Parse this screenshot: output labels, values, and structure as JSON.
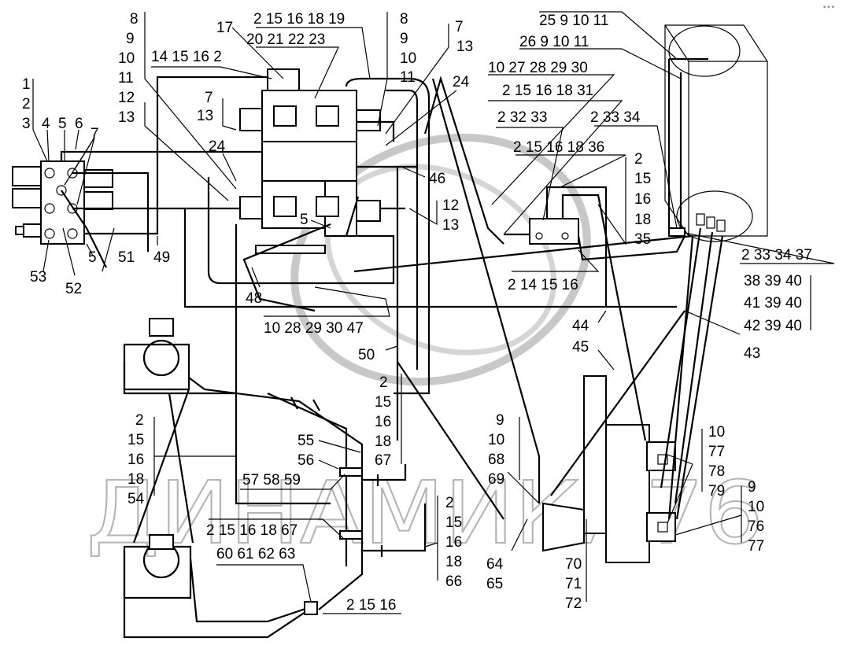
{
  "watermark": "ДИНАМИКА76",
  "corner_mark": "•••",
  "labels": [
    {
      "id": "l1",
      "text": "1"
    },
    {
      "id": "l2",
      "text": "2"
    },
    {
      "id": "l3",
      "text": "3"
    },
    {
      "id": "l4",
      "text": "4"
    },
    {
      "id": "l5a",
      "text": "5"
    },
    {
      "id": "l6",
      "text": "6"
    },
    {
      "id": "l7a",
      "text": "7"
    },
    {
      "id": "l5b",
      "text": "5"
    },
    {
      "id": "l51",
      "text": "51"
    },
    {
      "id": "l49",
      "text": "49"
    },
    {
      "id": "l53",
      "text": "53"
    },
    {
      "id": "l52",
      "text": "52"
    },
    {
      "id": "l8a",
      "text": "8"
    },
    {
      "id": "l9a",
      "text": "9"
    },
    {
      "id": "l10a",
      "text": "10"
    },
    {
      "id": "l11a",
      "text": "11"
    },
    {
      "id": "l12a",
      "text": "12"
    },
    {
      "id": "l13a",
      "text": "13"
    },
    {
      "id": "l14g",
      "text": "14 15 16 2"
    },
    {
      "id": "l17",
      "text": "17"
    },
    {
      "id": "l19g",
      "text": "2 15 16 18 19"
    },
    {
      "id": "l20g",
      "text": "20 21 22 23"
    },
    {
      "id": "l8b",
      "text": "8"
    },
    {
      "id": "l9b",
      "text": "9"
    },
    {
      "id": "l10b",
      "text": "10"
    },
    {
      "id": "l11b",
      "text": "11"
    },
    {
      "id": "l7b",
      "text": "7"
    },
    {
      "id": "l13b",
      "text": "13"
    },
    {
      "id": "l7c",
      "text": "7"
    },
    {
      "id": "l13c",
      "text": "13"
    },
    {
      "id": "l24a",
      "text": "24"
    },
    {
      "id": "l24b",
      "text": "24"
    },
    {
      "id": "l46",
      "text": "46"
    },
    {
      "id": "l12b",
      "text": "12"
    },
    {
      "id": "l13d",
      "text": "13"
    },
    {
      "id": "l5c",
      "text": "5"
    },
    {
      "id": "l48",
      "text": "48"
    },
    {
      "id": "l47g",
      "text": "10 28 29 30 47"
    },
    {
      "id": "l50",
      "text": "50"
    },
    {
      "id": "l25g",
      "text": "25 9 10 11"
    },
    {
      "id": "l26g",
      "text": "26 9 10 11"
    },
    {
      "id": "l27g",
      "text": "10 27 28 29 30"
    },
    {
      "id": "l31g",
      "text": "2 15 16 18 31"
    },
    {
      "id": "l32g",
      "text": "2 32 33"
    },
    {
      "id": "l34g",
      "text": "2 33 34"
    },
    {
      "id": "l36g",
      "text": "2 15 16 18 36"
    },
    {
      "id": "l2r",
      "text": "2"
    },
    {
      "id": "l15r",
      "text": "15"
    },
    {
      "id": "l16r",
      "text": "16"
    },
    {
      "id": "l18r",
      "text": "18"
    },
    {
      "id": "l35r",
      "text": "35"
    },
    {
      "id": "l14m",
      "text": "2 14 15 16"
    },
    {
      "id": "l37g",
      "text": "2 33 34 37"
    },
    {
      "id": "l40a",
      "text": "38 39 40"
    },
    {
      "id": "l40b",
      "text": "41 39 40"
    },
    {
      "id": "l40c",
      "text": "42 39 40"
    },
    {
      "id": "l43",
      "text": "43"
    },
    {
      "id": "l44",
      "text": "44"
    },
    {
      "id": "l45",
      "text": "45"
    },
    {
      "id": "l2c",
      "text": "2"
    },
    {
      "id": "l15c",
      "text": "15"
    },
    {
      "id": "l16c",
      "text": "16"
    },
    {
      "id": "l18c",
      "text": "18"
    },
    {
      "id": "l67c",
      "text": "67"
    },
    {
      "id": "l55",
      "text": "55"
    },
    {
      "id": "l56",
      "text": "56"
    },
    {
      "id": "l57g",
      "text": "57 58 59"
    },
    {
      "id": "l2l",
      "text": "2"
    },
    {
      "id": "l15l",
      "text": "15"
    },
    {
      "id": "l16l",
      "text": "16"
    },
    {
      "id": "l18l",
      "text": "18"
    },
    {
      "id": "l54l",
      "text": "54"
    },
    {
      "id": "l67g",
      "text": "2 15 16 18 67"
    },
    {
      "id": "l63g",
      "text": "60 61 62 63"
    },
    {
      "id": "l16b",
      "text": "2 15 16"
    },
    {
      "id": "l2d",
      "text": "2"
    },
    {
      "id": "l15d",
      "text": "15"
    },
    {
      "id": "l16d",
      "text": "16"
    },
    {
      "id": "l18d",
      "text": "18"
    },
    {
      "id": "l66d",
      "text": "66"
    },
    {
      "id": "l9e",
      "text": "9"
    },
    {
      "id": "l10e",
      "text": "10"
    },
    {
      "id": "l68",
      "text": "68"
    },
    {
      "id": "l69",
      "text": "69"
    },
    {
      "id": "l64",
      "text": "64"
    },
    {
      "id": "l65",
      "text": "65"
    },
    {
      "id": "l70",
      "text": "70"
    },
    {
      "id": "l71",
      "text": "71"
    },
    {
      "id": "l72",
      "text": "72"
    },
    {
      "id": "l10f",
      "text": "10"
    },
    {
      "id": "l77f",
      "text": "77"
    },
    {
      "id": "l78",
      "text": "78"
    },
    {
      "id": "l79",
      "text": "79"
    },
    {
      "id": "l9g",
      "text": "9"
    },
    {
      "id": "l10g",
      "text": "10"
    },
    {
      "id": "l76",
      "text": "76"
    },
    {
      "id": "l77g",
      "text": "77"
    }
  ]
}
